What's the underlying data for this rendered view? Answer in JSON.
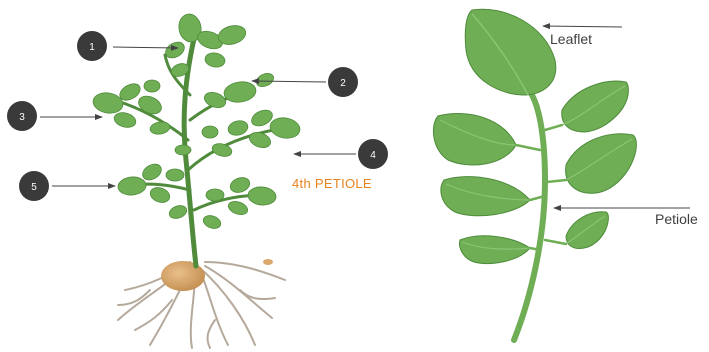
{
  "plant_figure": {
    "markers": [
      {
        "number": "1"
      },
      {
        "number": "2"
      },
      {
        "number": "3"
      },
      {
        "number": "4"
      },
      {
        "number": "5"
      }
    ],
    "note": "4th PETIOLE"
  },
  "leaf_figure": {
    "leaflet_label": "Leaflet",
    "petiole_label": "Petiole"
  },
  "colors": {
    "leaf": "#6fae55",
    "leaf_dark": "#4d8b3a",
    "marker": "#3a3a3a",
    "note": "#e8821e",
    "root": "#b5a99b",
    "tuber": "#d9a86a"
  }
}
